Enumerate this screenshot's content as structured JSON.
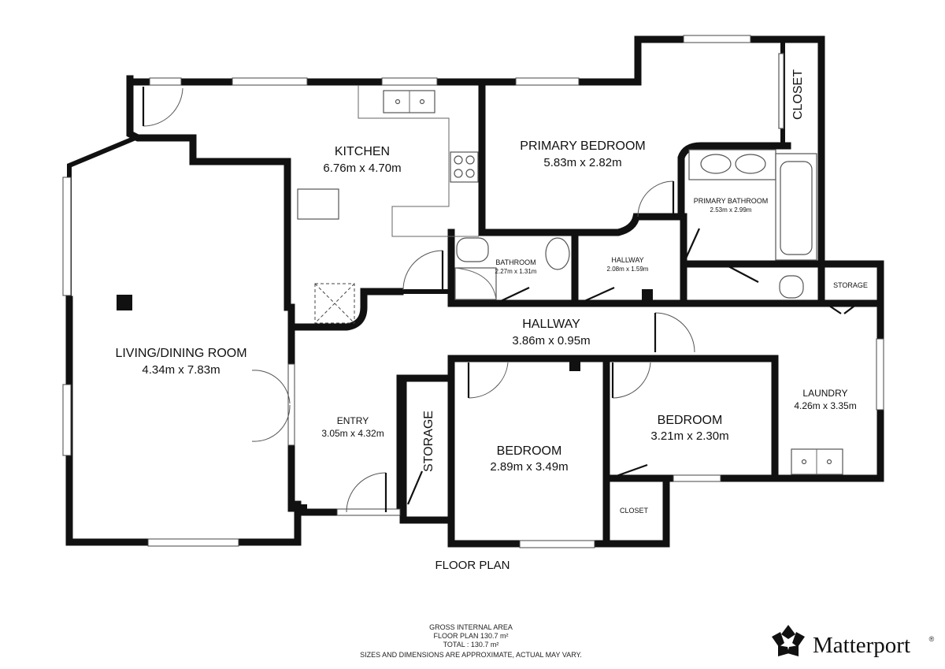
{
  "rooms": {
    "kitchen": {
      "name": "KITCHEN",
      "dims": "6.76m x 4.70m"
    },
    "primary_bedroom": {
      "name": "PRIMARY BEDROOM",
      "dims": "5.83m x 2.82m"
    },
    "primary_bathroom": {
      "name": "PRIMARY BATHROOM",
      "dims": "2.53m x 2.99m"
    },
    "closet_top": {
      "name": "CLOSET"
    },
    "bathroom": {
      "name": "BATHROOM",
      "dims": "2.27m x 1.31m"
    },
    "hallway_small": {
      "name": "HALLWAY",
      "dims": "2.08m x 1.59m"
    },
    "storage_right": {
      "name": "STORAGE"
    },
    "hallway_main": {
      "name": "HALLWAY",
      "dims": "3.86m x 0.95m"
    },
    "living_dining": {
      "name": "LIVING/DINING ROOM",
      "dims": "4.34m x 7.83m"
    },
    "entry": {
      "name": "ENTRY",
      "dims": "3.05m x 4.32m"
    },
    "storage_mid": {
      "name": "STORAGE"
    },
    "bedroom_left": {
      "name": "BEDROOM",
      "dims": "2.89m x 3.49m"
    },
    "bedroom_right": {
      "name": "BEDROOM",
      "dims": "3.21m x 2.30m"
    },
    "laundry": {
      "name": "LAUNDRY",
      "dims": "4.26m x 3.35m"
    },
    "closet_bottom": {
      "name": "CLOSET"
    }
  },
  "plan_title": "FLOOR PLAN",
  "area_summary": {
    "heading": "GROSS INTERNAL AREA",
    "floor_plan": "FLOOR PLAN 130.7 m²",
    "total": "TOTAL :  130.7 m²",
    "disclaimer": "SIZES AND DIMENSIONS ARE APPROXIMATE, ACTUAL MAY VARY."
  },
  "brand": {
    "name": "Matterport",
    "mark": "®",
    "icon": "matterport-logo-icon"
  }
}
